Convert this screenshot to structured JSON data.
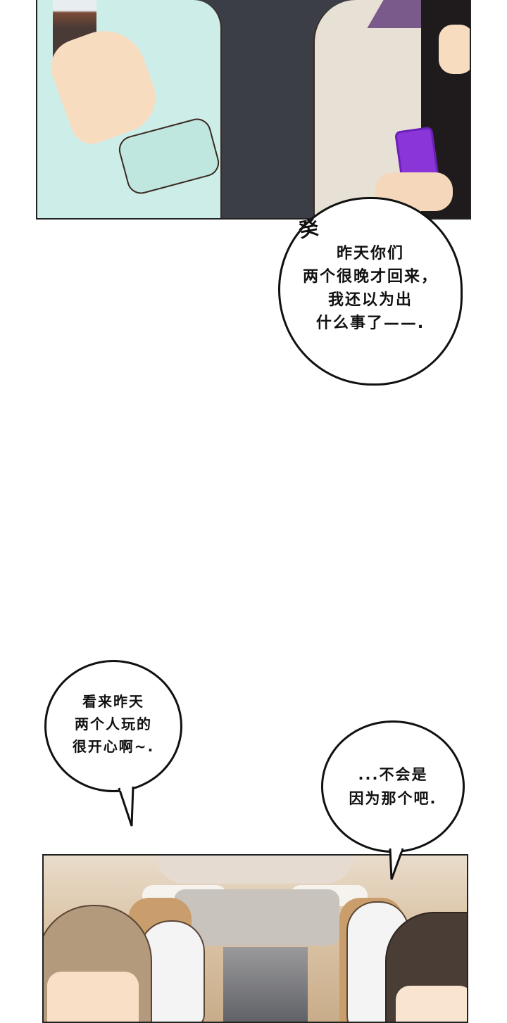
{
  "panels": {
    "top": {
      "description": "Two people standing; left wears mint shirt holding iced coffee, right wears beige jacket holding purple phone",
      "colors": {
        "background": "#3b3e47",
        "left_shirt": "#cdeee8",
        "right_jacket": "#e6e0d5",
        "phone": "#8a35d8",
        "coffee": "#5a3a2c",
        "skin": "#f7dcc0"
      }
    },
    "bottom": {
      "description": "Car interior view; two characters in front seats with white ghost-like spirit figures",
      "colors": {
        "interior": "#dcc6a9",
        "hair_left": "#b49a7c",
        "hair_right": "#4a3d36",
        "spirit": "#f4f4f4"
      }
    }
  },
  "bubbles": [
    {
      "id": "bubble-1",
      "sfx": "癸",
      "text": "昨天你们\n两个很晚才回来，\n我还以为出\n什么事了——."
    },
    {
      "id": "bubble-2",
      "text": "看来昨天\n两个人玩的\n很开心啊~."
    },
    {
      "id": "bubble-3",
      "text": "...不会是\n因为那个吧."
    }
  ]
}
